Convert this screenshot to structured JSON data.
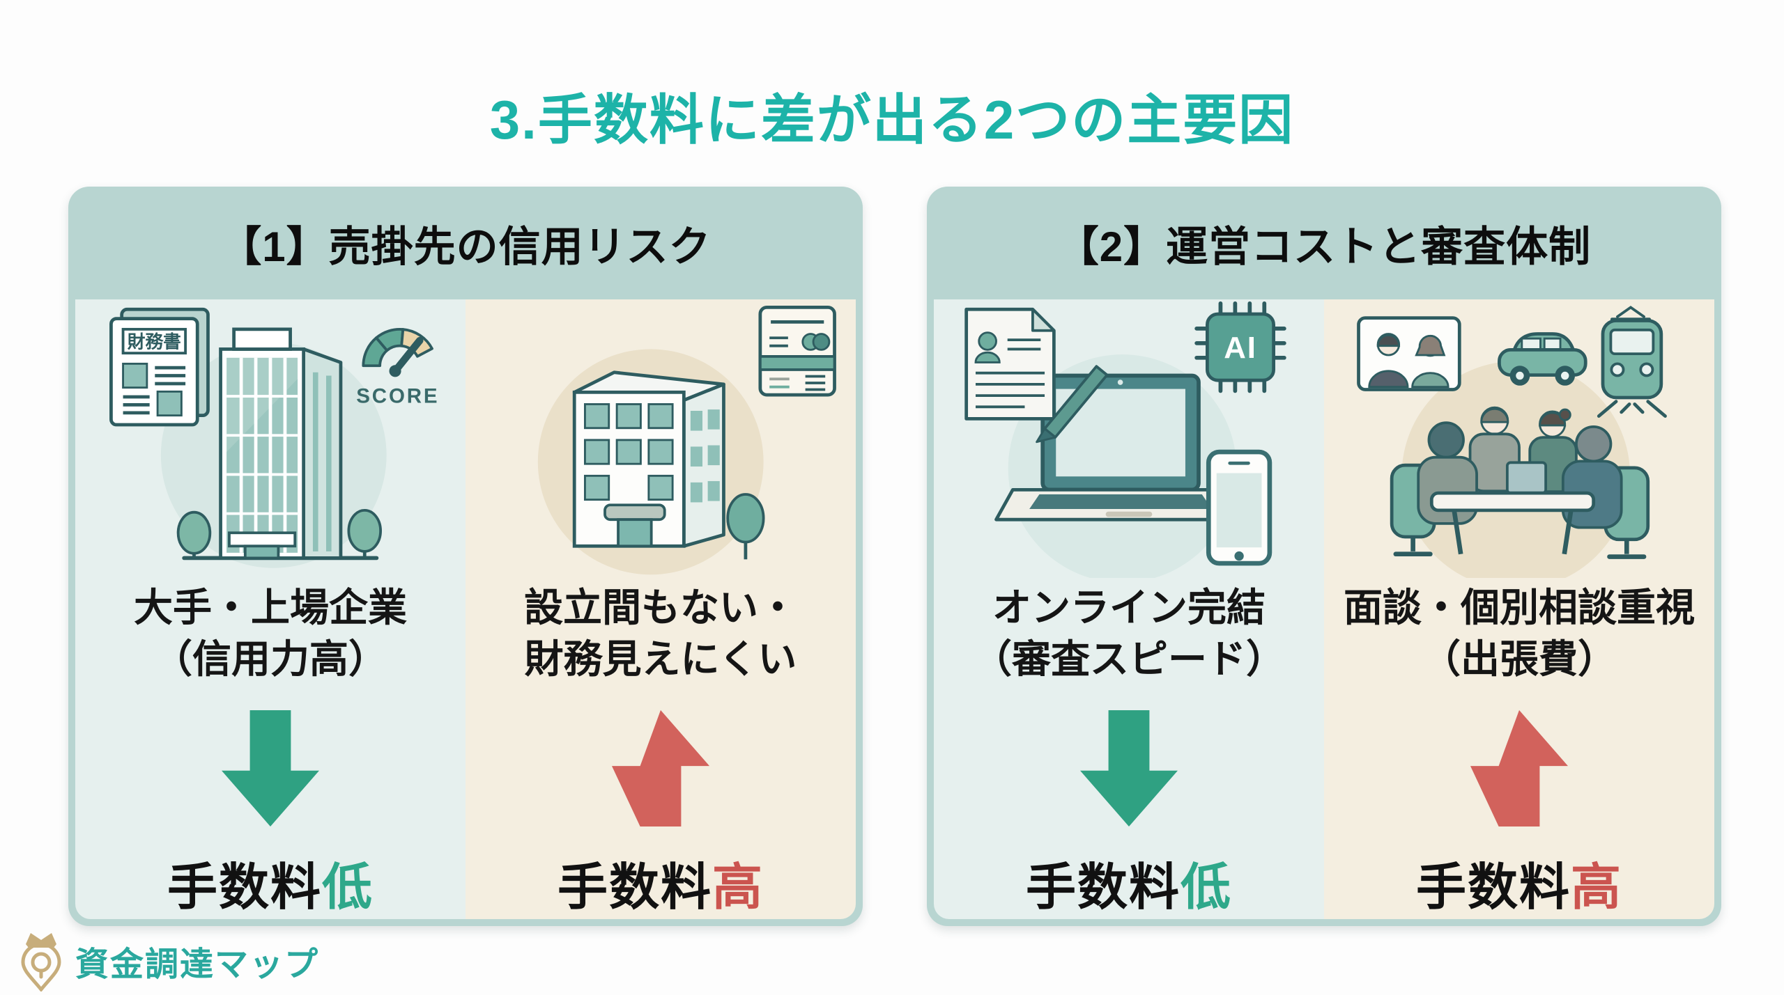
{
  "title": "3.手数料に差が出る2つの主要因",
  "colors": {
    "title_teal": "#1db3a8",
    "panel_frame": "#b8d5d1",
    "low_column_bg": "#e6f0ee",
    "high_column_bg": "#f4eee0",
    "arrow_green": "#2fa182",
    "arrow_red": "#d2625c",
    "fee_low_accent": "#2ea88a",
    "fee_high_accent": "#cb544f",
    "logo_teal": "#2aa89e",
    "logo_gold": "#c7ad7b"
  },
  "panels": [
    {
      "header": "【1】売掛先の信用リスク",
      "columns": [
        {
          "label_line1": "大手・上場企業",
          "label_line2": "（信用力高）",
          "arrow": "down",
          "fee_label": "手数料",
          "fee_level": "低",
          "illustration": "office-tower-with-financial-doc-and-score-gauge",
          "icon_texts": {
            "document": "財務書",
            "gauge": "SCORE"
          }
        },
        {
          "label_line1": "設立間もない・",
          "label_line2": "財務見えにくい",
          "arrow": "up",
          "fee_label": "手数料",
          "fee_level": "高",
          "illustration": "small-building-with-credit-card"
        }
      ]
    },
    {
      "header": "【2】運営コストと審査体制",
      "columns": [
        {
          "label_line1": "オンライン完結",
          "label_line2": "（審査スピード）",
          "arrow": "down",
          "fee_label": "手数料",
          "fee_level": "低",
          "illustration": "laptop-smartphone-ai-chip",
          "icon_texts": {
            "chip": "AI"
          }
        },
        {
          "label_line1": "面談・個別相談重視",
          "label_line2": "（出張費）",
          "arrow": "up",
          "fee_label": "手数料",
          "fee_level": "高",
          "illustration": "meeting-table-car-train"
        }
      ]
    }
  ],
  "logo": {
    "text": "資金調達マップ"
  }
}
